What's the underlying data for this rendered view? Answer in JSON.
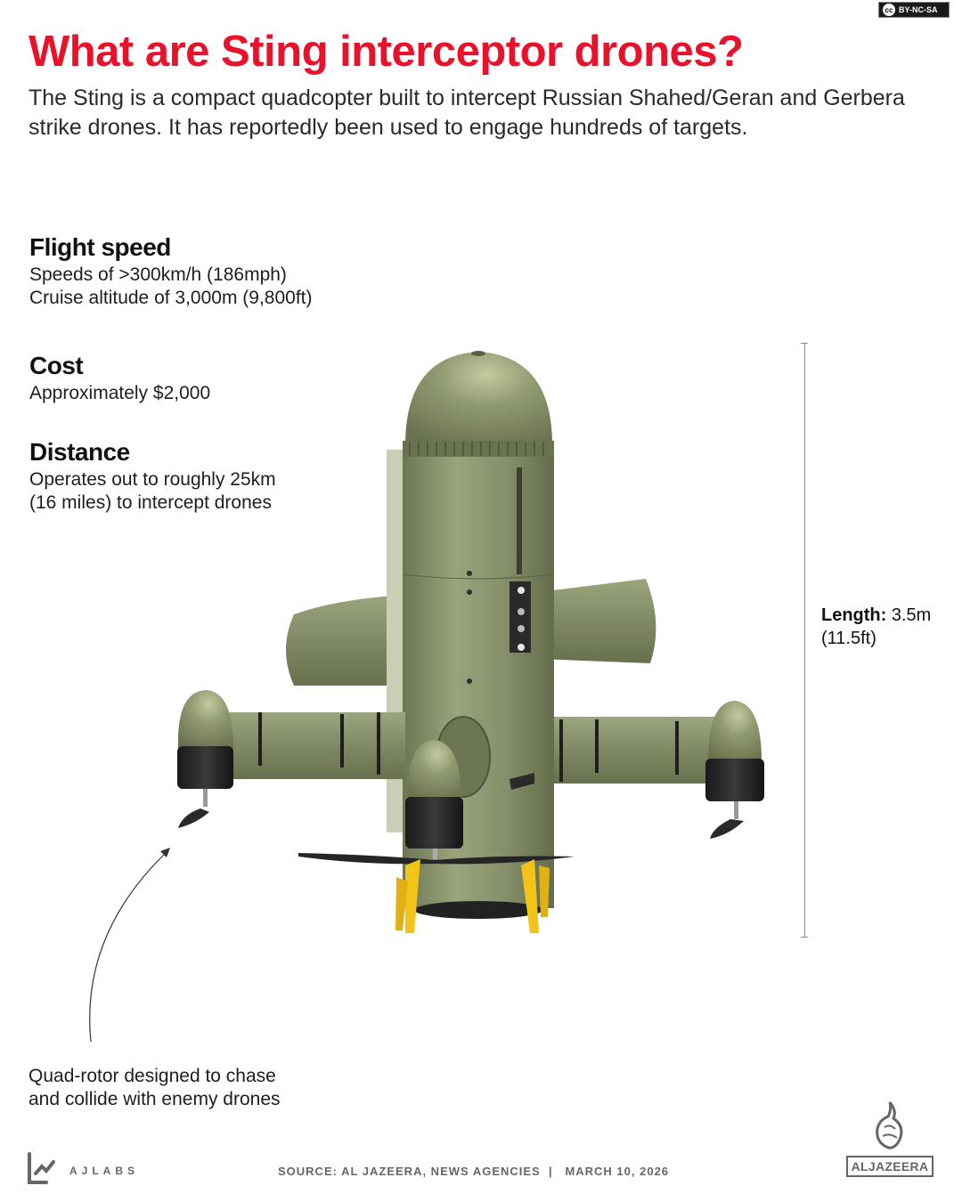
{
  "license": {
    "badge": "BY-NC-SA",
    "icon": "creative-commons-icon"
  },
  "header": {
    "title": "What are Sting interceptor drones?",
    "subtitle": "The Sting is a compact quadcopter built to intercept Russian Shahed/Geran and Gerbera strike drones. It has reportedly been used to engage hundreds of targets."
  },
  "specs": [
    {
      "heading": "Flight speed",
      "lines": [
        "Speeds of >300km/h (186mph)",
        "Cruise altitude of 3,000m (9,800ft)"
      ]
    },
    {
      "heading": "Cost",
      "lines": [
        "Approximately $2,000"
      ]
    },
    {
      "heading": "Distance",
      "lines": [
        "Operates out to roughly 25km",
        "(16 miles) to intercept drones"
      ]
    }
  ],
  "length": {
    "label": "Length:",
    "value": "3.5m",
    "imperial": "(11.5ft)"
  },
  "caption": {
    "lines": [
      "Quad-rotor designed to chase",
      "and collide with enemy drones"
    ]
  },
  "footer": {
    "brand": "AJLABS",
    "source": "SOURCE: AL JAZEERA, NEWS AGENCIES",
    "separator": "|",
    "date": "MARCH 10, 2026",
    "publisher": "ALJAZEERA"
  },
  "colors": {
    "title_red": "#e8122b",
    "drone_green": "#7c8660",
    "rotor_black": "#222222",
    "leg_yellow": "#f2c418",
    "footer_gray": "#666666"
  }
}
